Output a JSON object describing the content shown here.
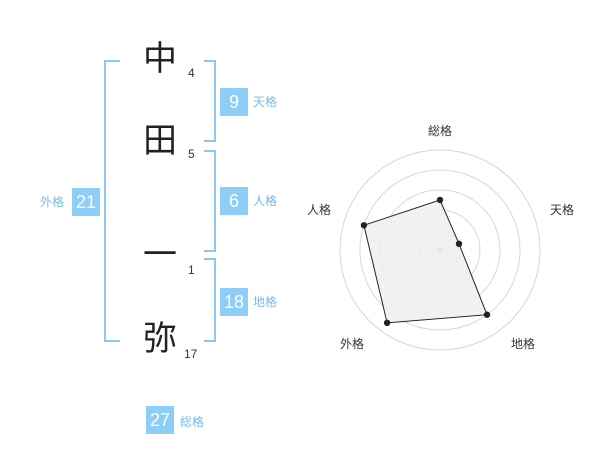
{
  "name": {
    "chars": [
      {
        "char": "中",
        "strokes": "4"
      },
      {
        "char": "田",
        "strokes": "5"
      },
      {
        "char": "一",
        "strokes": "1"
      },
      {
        "char": "弥",
        "strokes": "17"
      }
    ]
  },
  "kakusu": {
    "tenkaku": {
      "value": "9",
      "label": "天格"
    },
    "jinkaku": {
      "value": "6",
      "label": "人格"
    },
    "chikaku": {
      "value": "18",
      "label": "地格"
    },
    "gaikaku": {
      "value": "21",
      "label": "外格"
    },
    "soukaku": {
      "value": "27",
      "label": "総格"
    }
  },
  "chart_data": {
    "type": "radar",
    "axes": [
      "総格",
      "天格",
      "地格",
      "外格",
      "人格"
    ],
    "values": [
      0.5,
      0.2,
      0.8,
      0.9,
      0.8
    ],
    "rings": 5,
    "colors": {
      "fill": "#efefef",
      "line": "#222222",
      "grid": "#d6d6d6",
      "center": "#bbbbbb"
    }
  }
}
